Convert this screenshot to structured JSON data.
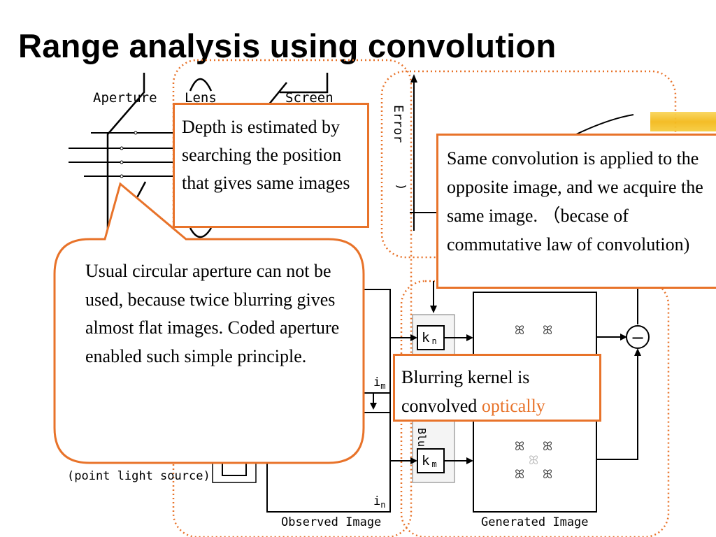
{
  "slide": {
    "title": "Range analysis using convolution"
  },
  "diagram": {
    "labels": {
      "aperture": "Aperture",
      "lens": "Lens",
      "screen": "Screen",
      "error": "Error",
      "point_light_source": "(point light source)",
      "observed_image": "Observed Image",
      "generated_image": "Generated Image",
      "i_m": "i",
      "i_m_sub": "m",
      "i_n": "i",
      "i_n_sub": "n",
      "k_n": "k",
      "k_n_sub": "n",
      "k_m": "k",
      "k_m_sub": "m",
      "blu": "Blu",
      "minus": "−"
    }
  },
  "notes": {
    "depth": "Depth is estimated by searching the position that gives same images",
    "convolution": "Same convolution is applied to the opposite image, and we acquire the same image. （becase of commutative law of convolution)",
    "kernel_prefix": "Blurring kernel is convolved ",
    "kernel_accent": "optically",
    "aperture_note": "Usual circular aperture can not be used, because twice blurring gives almost flat images. Coded aperture enabled such simple principle."
  },
  "colors": {
    "accent": "#e8732a",
    "highlight": "#f3b91c"
  }
}
